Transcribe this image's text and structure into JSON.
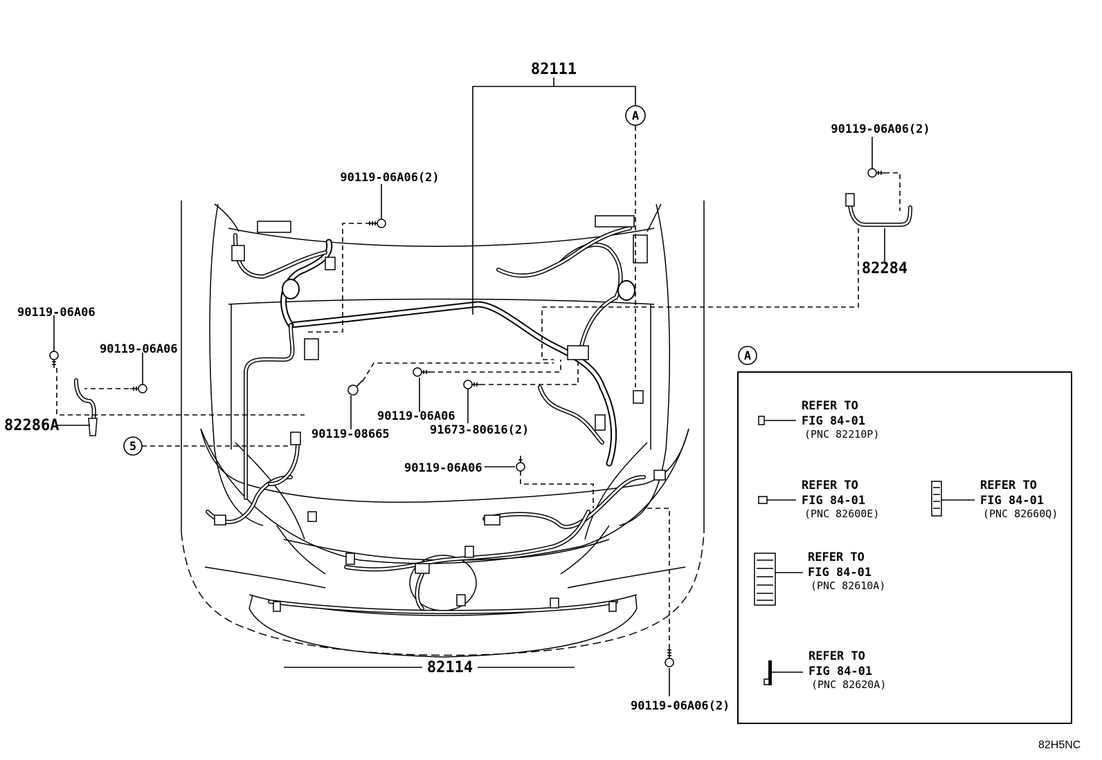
{
  "diagram": {
    "labels": {
      "main_harness": "82111",
      "front_harness": "82114",
      "sub_harness_right": "82284",
      "sub_harness_left": "82286A",
      "bolt_top_center": "90119-06A06(2)",
      "bolt_top_right": "90119-06A06(2)",
      "bolt_left_1": "90119-06A06",
      "bolt_left_2": "90119-06A06",
      "bolt_center_1": "90119-06A06",
      "bolt_center_2": "90119-08665",
      "bolt_center_3": "91673-80616(2)",
      "bolt_center_4": "90119-06A06",
      "bolt_bottom_right": "90119-06A06(2)",
      "callout_a": "A",
      "callout_5": "5",
      "inset_title": "A",
      "code": "82H5NC"
    },
    "inset": {
      "refs": [
        {
          "line1": "REFER TO",
          "line2": "FIG 84-01",
          "pnc": "(PNC 82210P)"
        },
        {
          "line1": "REFER TO",
          "line2": "FIG 84-01",
          "pnc": "(PNC 82600E)"
        },
        {
          "line1": "REFER TO",
          "line2": "FIG 84-01",
          "pnc": "(PNC 82660Q)"
        },
        {
          "line1": "REFER TO",
          "line2": "FIG 84-01",
          "pnc": "(PNC 82610A)"
        },
        {
          "line1": "REFER TO",
          "line2": "FIG 84-01",
          "pnc": "(PNC 82620A)"
        }
      ]
    }
  }
}
